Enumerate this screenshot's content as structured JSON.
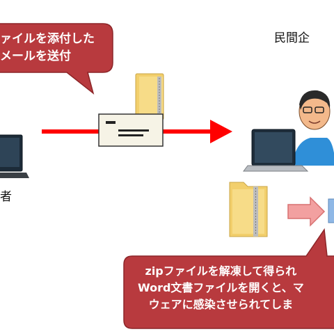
{
  "top_bubble": {
    "line1": "ァイルを添付した",
    "line2": "メールを送付"
  },
  "right_label": "民間企",
  "left_label": "者",
  "bottom_bubble": {
    "line1": "zipファイルを解凍して得られ",
    "line2": "Word文書ファイルを開くと、マ",
    "line3": "ウェアに感染させられてしま"
  },
  "colors": {
    "bubble_fill": "#b83a3e",
    "arrow_red": "#ff0000",
    "pink_arrow": "#f2a0a0",
    "folder_yellow": "#f4d67a",
    "envelope": "#f6f3e6"
  }
}
